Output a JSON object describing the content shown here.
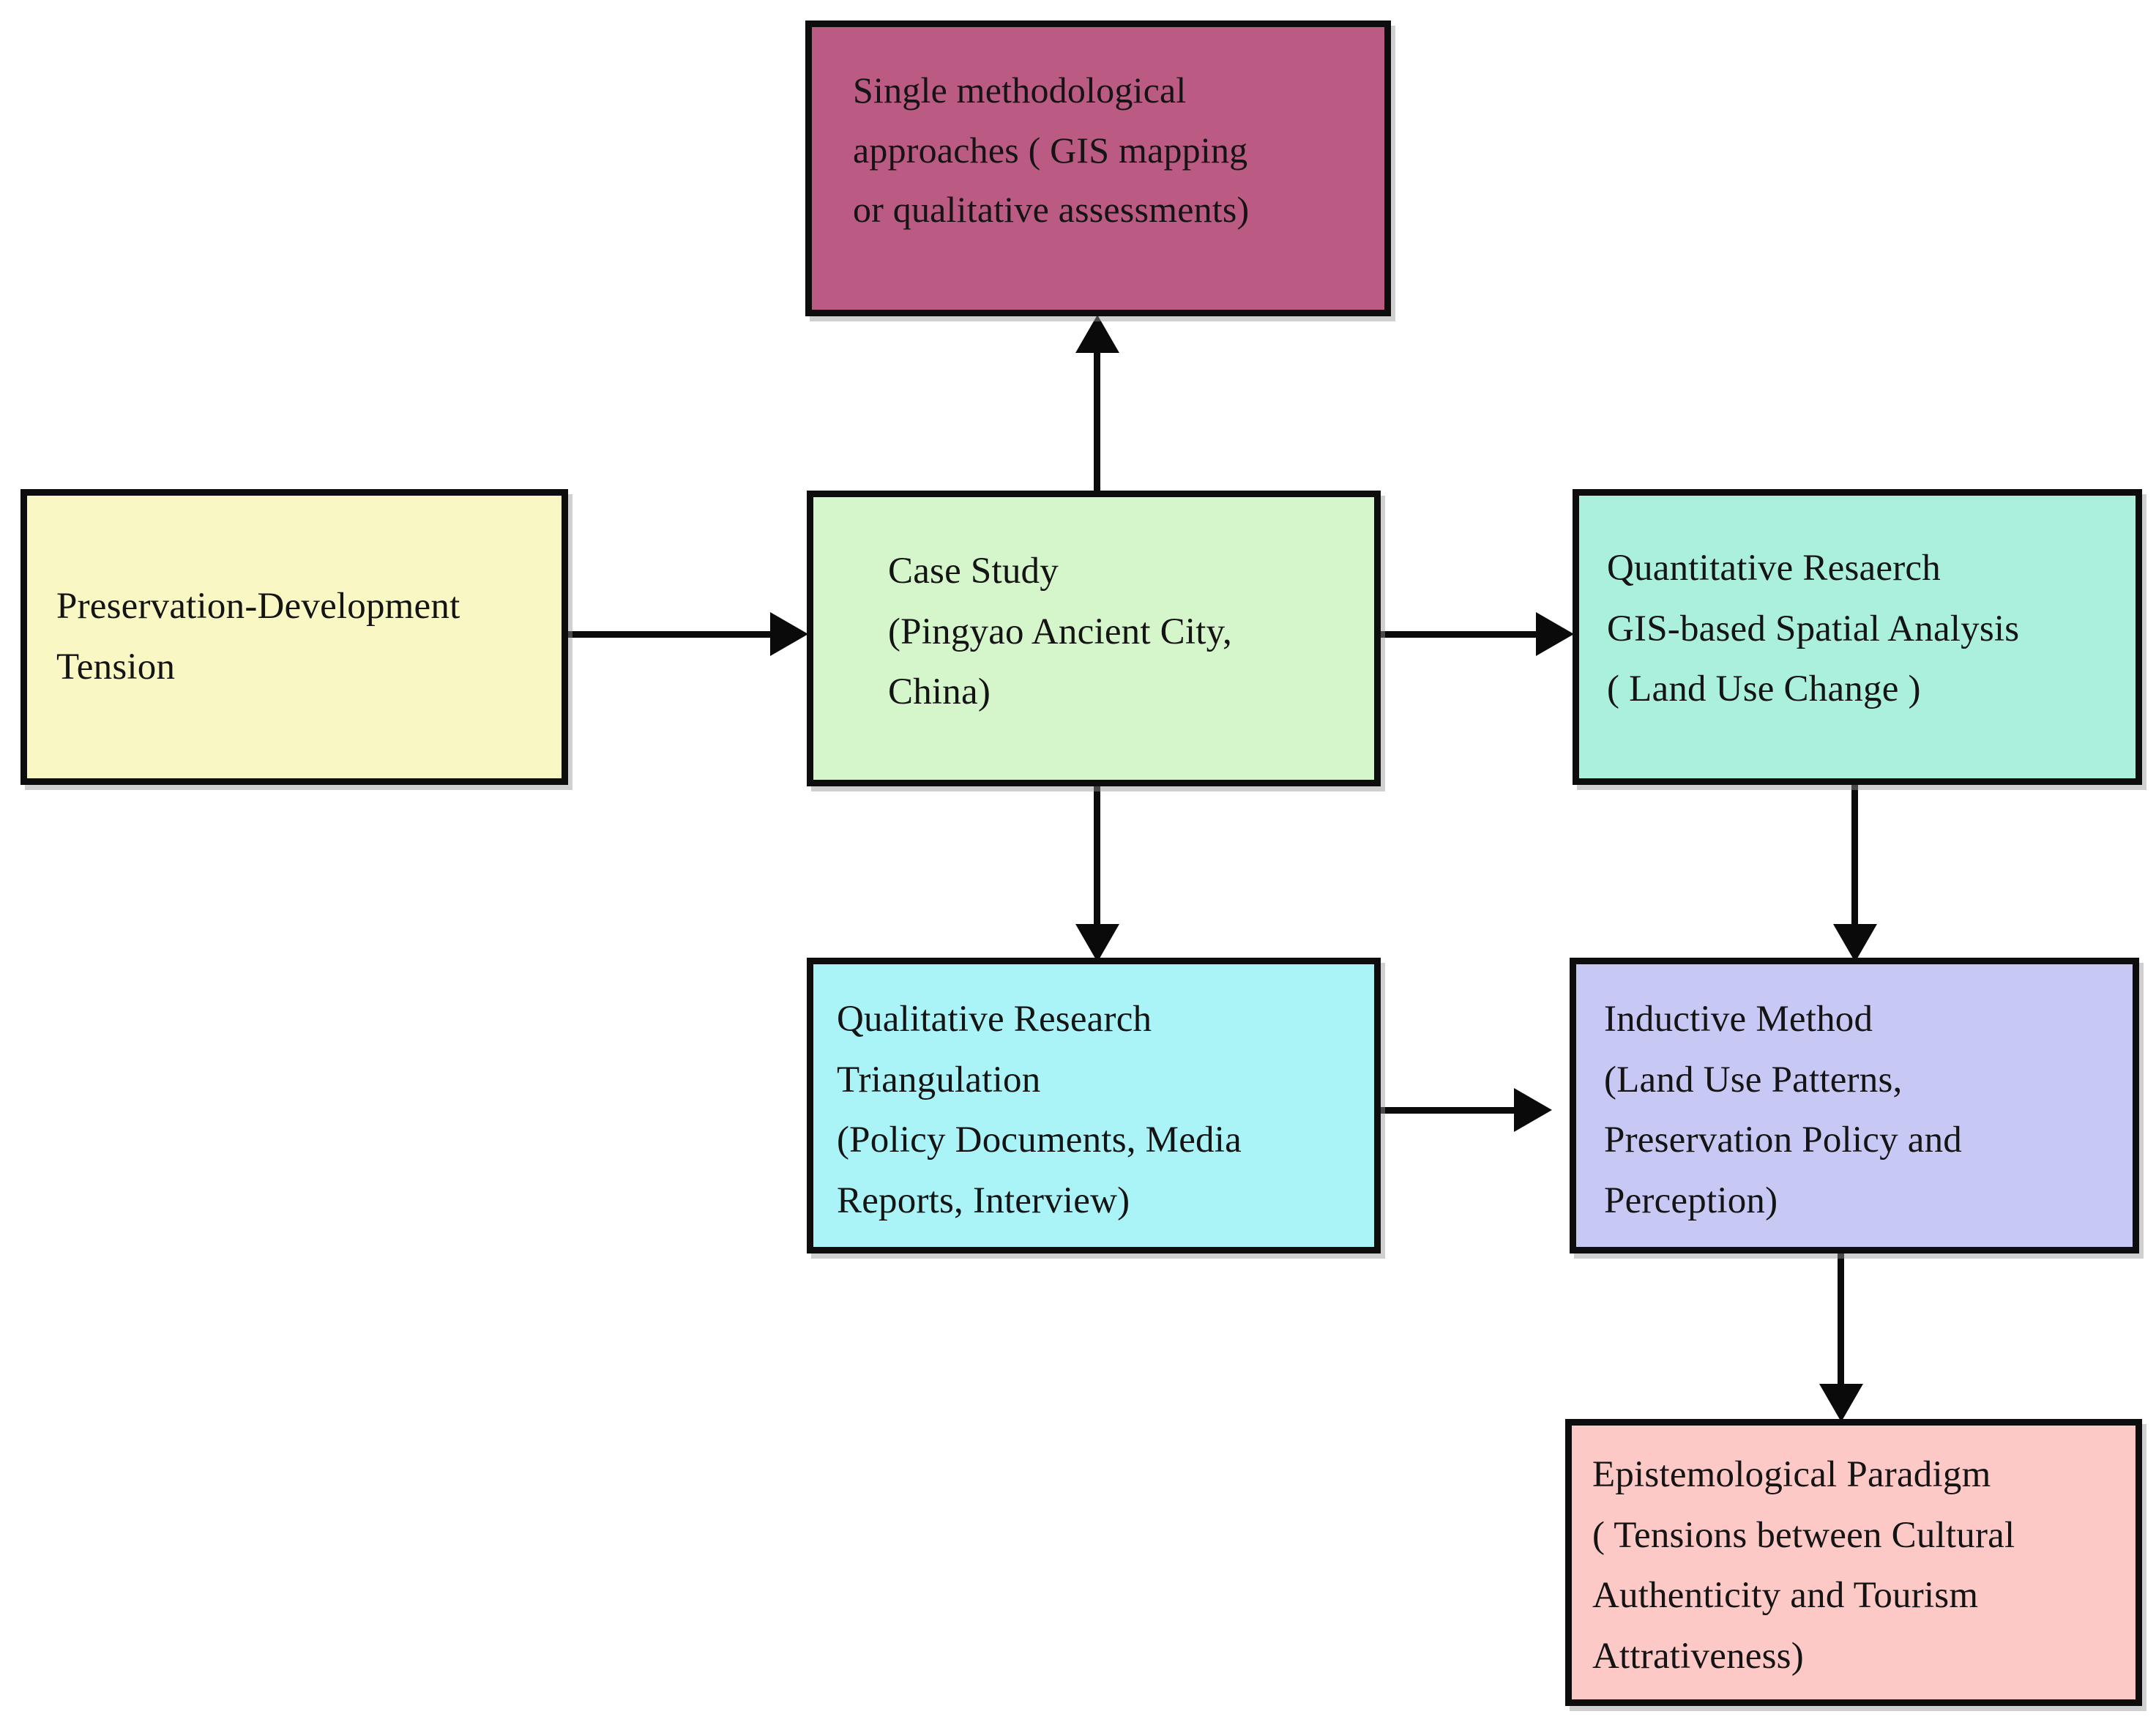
{
  "diagram": {
    "type": "flowchart",
    "orientation": "left-to-right with vertical branches",
    "nodes": [
      {
        "id": "single-method",
        "color": "#bb5a83",
        "lines": [
          "Single methodological",
          "approaches ( GIS mapping",
          "or qualitative assessments)"
        ]
      },
      {
        "id": "tension",
        "color": "#f9f7c4",
        "lines": [
          "Preservation-Development",
          "Tension"
        ]
      },
      {
        "id": "case-study",
        "color": "#d5f5cb",
        "lines": [
          "Case Study",
          "(Pingyao Ancient City,",
          "China)"
        ]
      },
      {
        "id": "quantitative",
        "color": "#aaf0dd",
        "lines": [
          "Quantitative Resaerch",
          "GIS-based Spatial Analysis",
          "( Land Use Change )"
        ]
      },
      {
        "id": "qualitative",
        "color": "#aaf4f7",
        "lines": [
          "Qualitative Research",
          "Triangulation",
          "(Policy Documents, Media",
          "Reports, Interview)"
        ]
      },
      {
        "id": "inductive",
        "color": "#c8c8f5",
        "lines": [
          "Inductive Method",
          "(Land Use Patterns,",
          "Preservation Policy and",
          "Perception)"
        ]
      },
      {
        "id": "epistemological",
        "color": "#fcc9c6",
        "lines": [
          "Epistemological Paradigm",
          "( Tensions between Cultural",
          "Authenticity and Tourism",
          "Attrativeness)"
        ]
      }
    ],
    "edges": [
      {
        "id": "tension-to-case-study",
        "from": "tension",
        "to": "case-study",
        "direction": "right"
      },
      {
        "id": "case-study-to-single-method",
        "from": "case-study",
        "to": "single-method",
        "direction": "up"
      },
      {
        "id": "case-study-to-quantitative",
        "from": "case-study",
        "to": "quantitative",
        "direction": "right"
      },
      {
        "id": "case-study-to-qualitative",
        "from": "case-study",
        "to": "qualitative",
        "direction": "down"
      },
      {
        "id": "quantitative-to-inductive",
        "from": "quantitative",
        "to": "inductive",
        "direction": "down"
      },
      {
        "id": "qualitative-to-inductive",
        "from": "qualitative",
        "to": "inductive",
        "direction": "right"
      },
      {
        "id": "inductive-to-epistemological",
        "from": "inductive",
        "to": "epistemological",
        "direction": "down"
      }
    ]
  }
}
